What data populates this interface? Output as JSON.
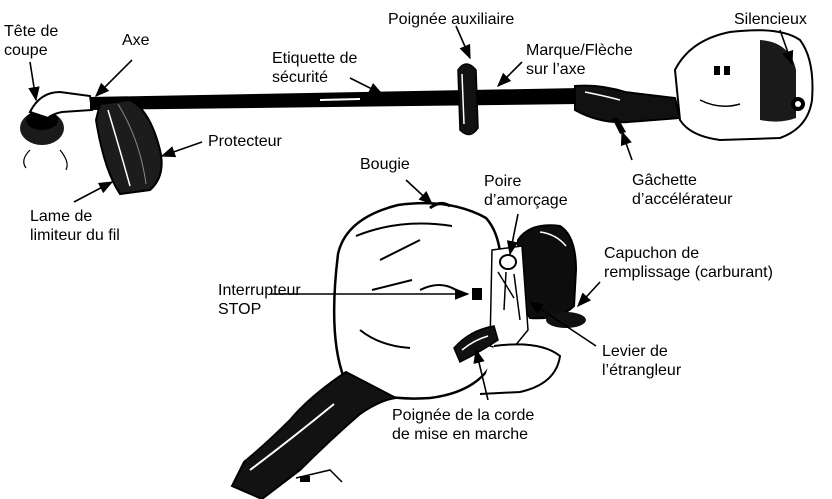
{
  "labels": {
    "tete_coupe": [
      "Tête de",
      "coupe"
    ],
    "axe": [
      "Axe"
    ],
    "etiquette": [
      "Etiquette de",
      "sécurité"
    ],
    "poignee_aux": [
      "Poignée auxiliaire"
    ],
    "marque": [
      "Marque/Flèche",
      "sur l’axe"
    ],
    "silencieux": [
      "Silencieux"
    ],
    "protecteur": [
      "Protecteur"
    ],
    "lame": [
      "Lame de",
      "limiteur du fil"
    ],
    "bougie": [
      "Bougie"
    ],
    "poire": [
      "Poire",
      "d’amorçage"
    ],
    "gachette": [
      "Gâchette",
      "d’accélérateur"
    ],
    "capuchon": [
      "Capuchon de",
      "remplissage (carburant)"
    ],
    "interrupteur": [
      "Interrupteur",
      "STOP"
    ],
    "levier": [
      "Levier de",
      "l’étrangleur"
    ],
    "poignee_corde": [
      "Poignée de la corde",
      "de mise en marche"
    ]
  }
}
